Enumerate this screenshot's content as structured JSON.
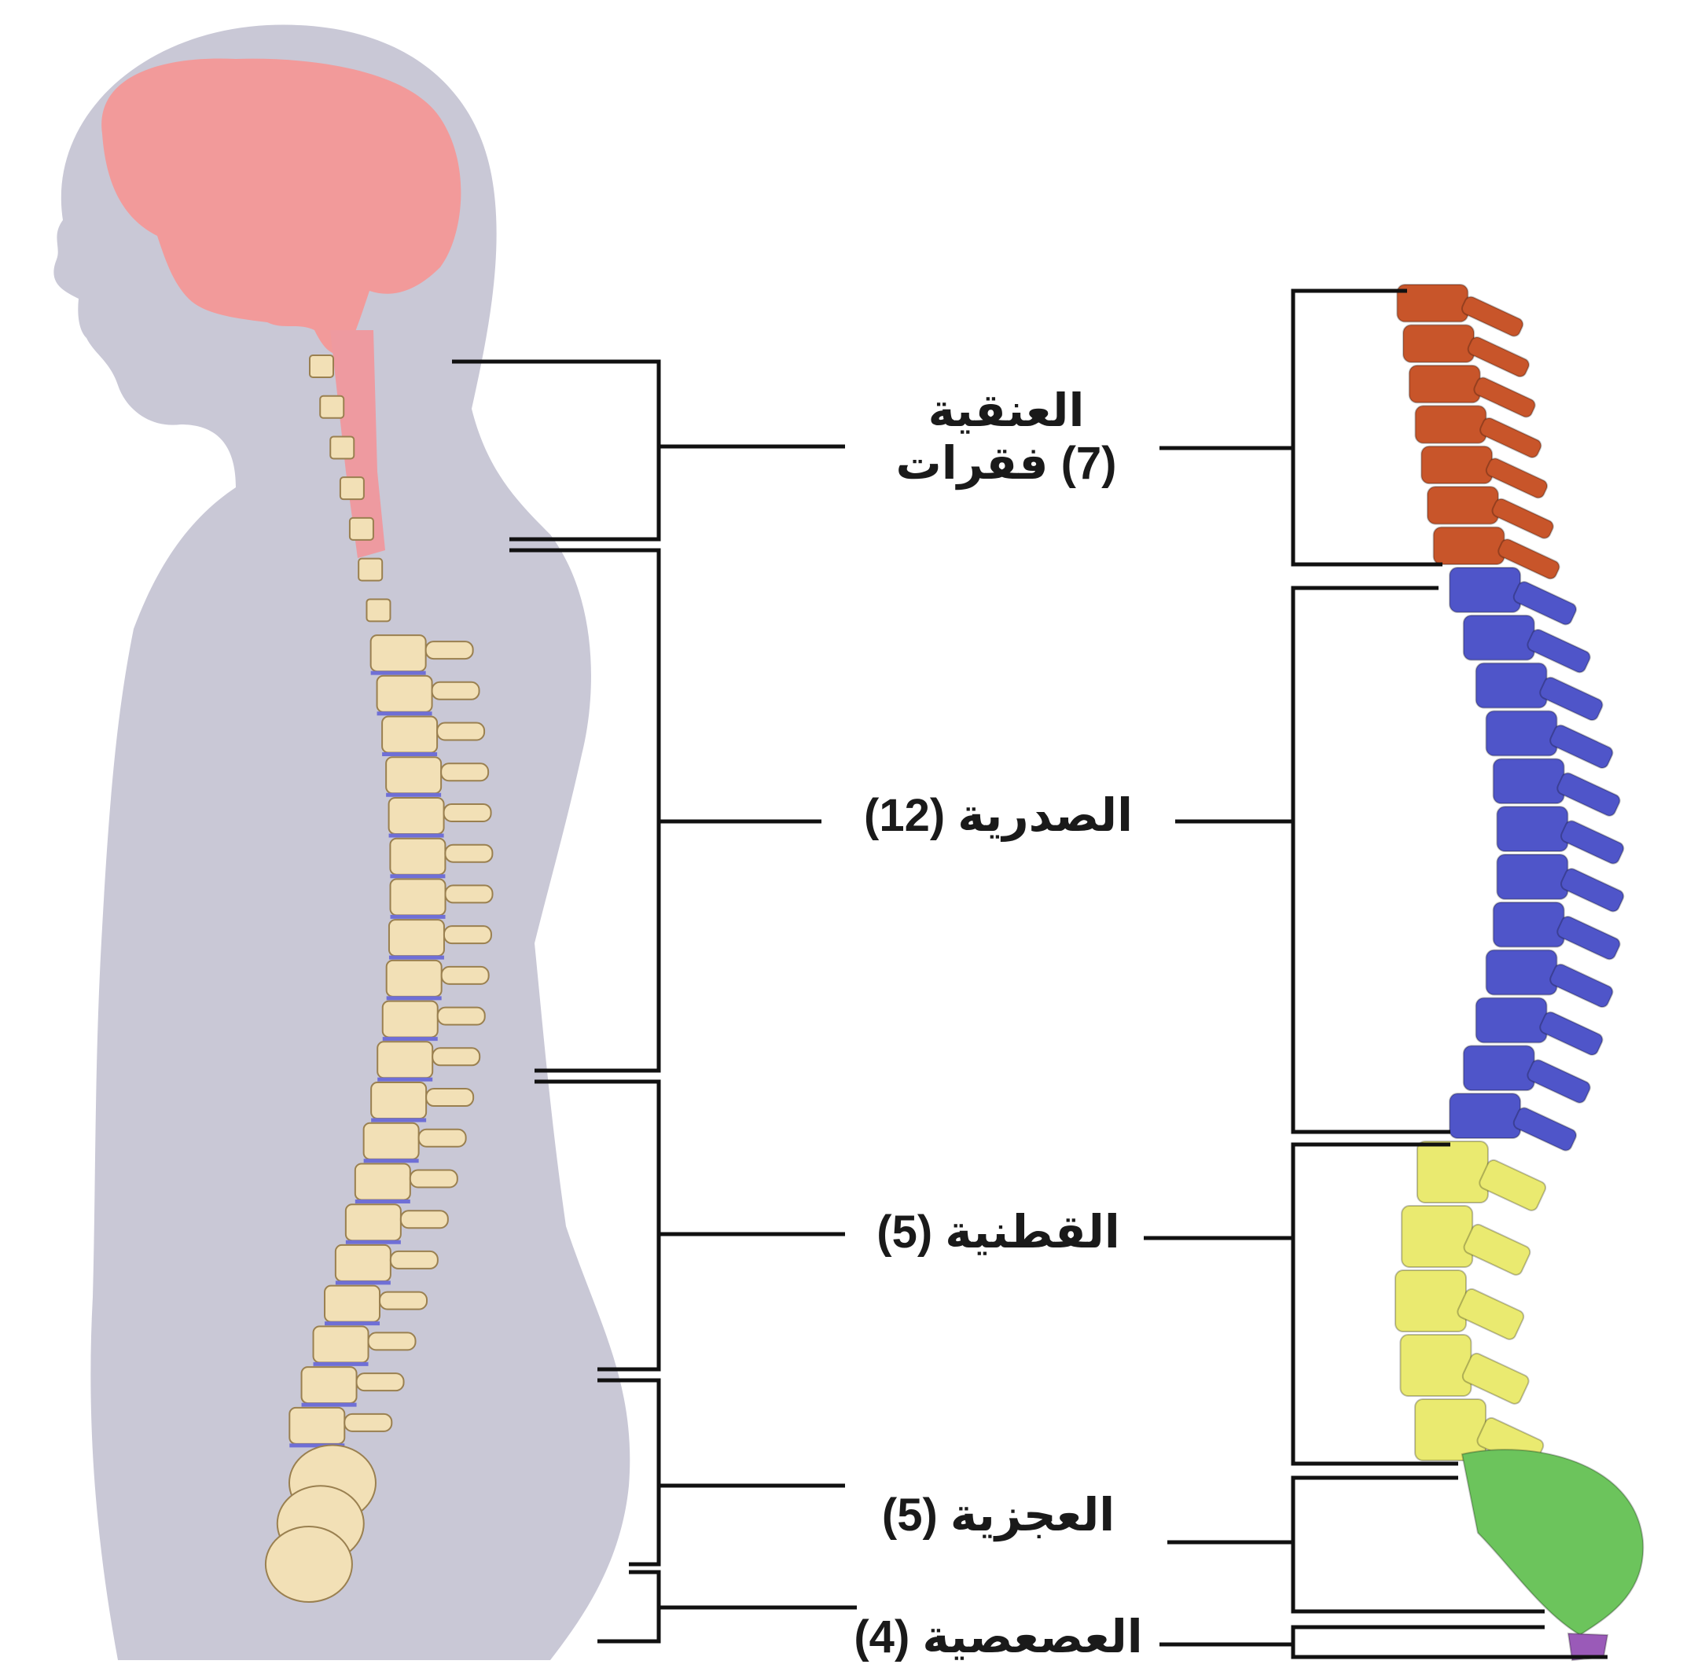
{
  "labels": {
    "cervical": {
      "name": "العنقية",
      "count": "(7) فقرات"
    },
    "thoracic": {
      "text": "الصدرية (12)"
    },
    "lumbar": {
      "text": "القطنية (5)"
    },
    "sacral": {
      "text": "العجزية (5)"
    },
    "coccygeal": {
      "text": "العصعصية (4)"
    }
  },
  "colors": {
    "body_silhouette": "#c9c8d6",
    "brain": "#f29a9a",
    "spinal_cord": "#ee9aa0",
    "bone": "#f2e0b6",
    "disc": "#6f6fd6",
    "cervical": "#c8552a",
    "thoracic": "#4f55c9",
    "lumbar": "#eaea70",
    "sacral": "#6cc45c",
    "coccygeal": "#9a5ab8",
    "bracket_line": "#111111"
  }
}
